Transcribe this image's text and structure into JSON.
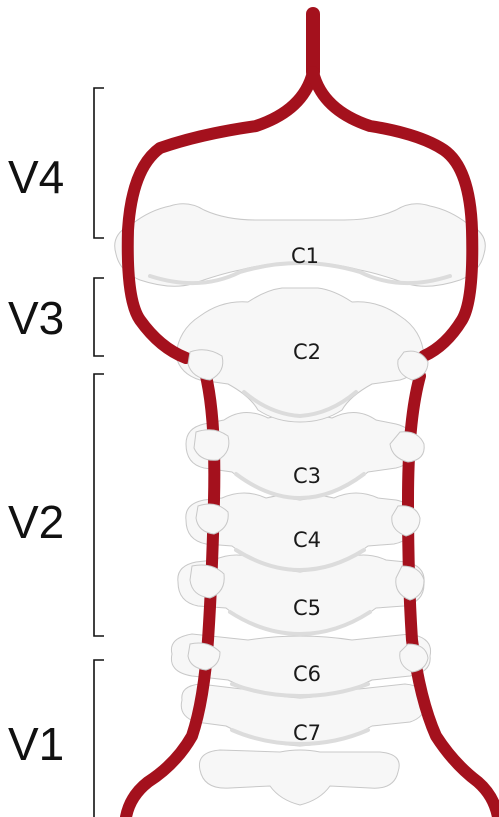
{
  "colors": {
    "artery": "#a4111d",
    "bone": "#f7f7f7",
    "bone_shade": "#dcdcdc",
    "bone_edge": "#c8c8c8",
    "ink": "#111111"
  },
  "segments": [
    {
      "key": "v4",
      "label": "V4"
    },
    {
      "key": "v3",
      "label": "V3"
    },
    {
      "key": "v2",
      "label": "V2"
    },
    {
      "key": "v1",
      "label": "V1"
    }
  ],
  "vertebrae": [
    {
      "key": "c1",
      "label": "C1"
    },
    {
      "key": "c2",
      "label": "C2"
    },
    {
      "key": "c3",
      "label": "C3"
    },
    {
      "key": "c4",
      "label": "C4"
    },
    {
      "key": "c5",
      "label": "C5"
    },
    {
      "key": "c6",
      "label": "C6"
    },
    {
      "key": "c7",
      "label": "C7"
    }
  ]
}
